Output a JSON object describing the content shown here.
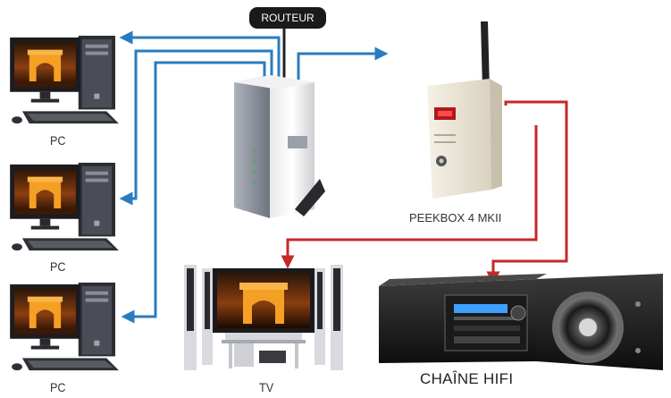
{
  "router": {
    "label": "ROUTEUR"
  },
  "computers": [
    {
      "label": "PC"
    },
    {
      "label": "PC"
    },
    {
      "label": "PC"
    }
  ],
  "media_player": {
    "label": "PEEKBOX 4 MKII"
  },
  "tv": {
    "label": "TV"
  },
  "hifi": {
    "label": "CHAÎNE HIFI"
  },
  "colors": {
    "ethernet": "#2a7cc0",
    "media_link": "#c42a2a",
    "screen_orange": "#f08a1c"
  }
}
